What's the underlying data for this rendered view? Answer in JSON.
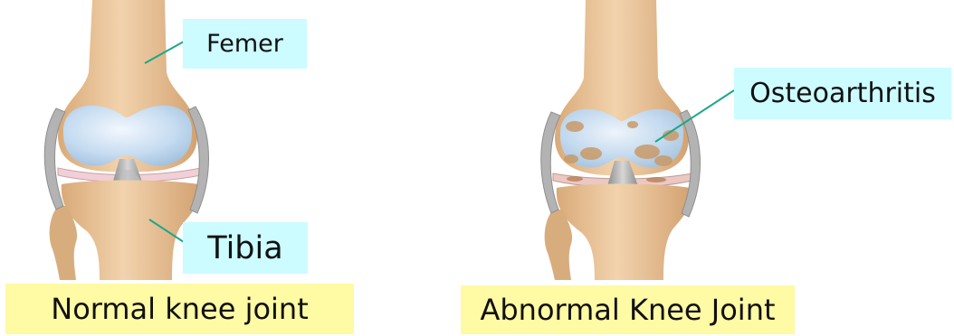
{
  "labels": {
    "femur": "Femer",
    "tibia": "Tibia",
    "condition": "Osteoarthritis"
  },
  "captions": {
    "normal": "Normal knee joint",
    "abnormal": "Abnormal Knee Joint"
  },
  "colors": {
    "label_bg": "#ccfcff",
    "caption_bg": "#fffaa4",
    "leader_line": "#1aa88a",
    "bone": "#e6bf91",
    "cartilage": "#c4dcf0",
    "ligament": "#a8a8a8"
  }
}
